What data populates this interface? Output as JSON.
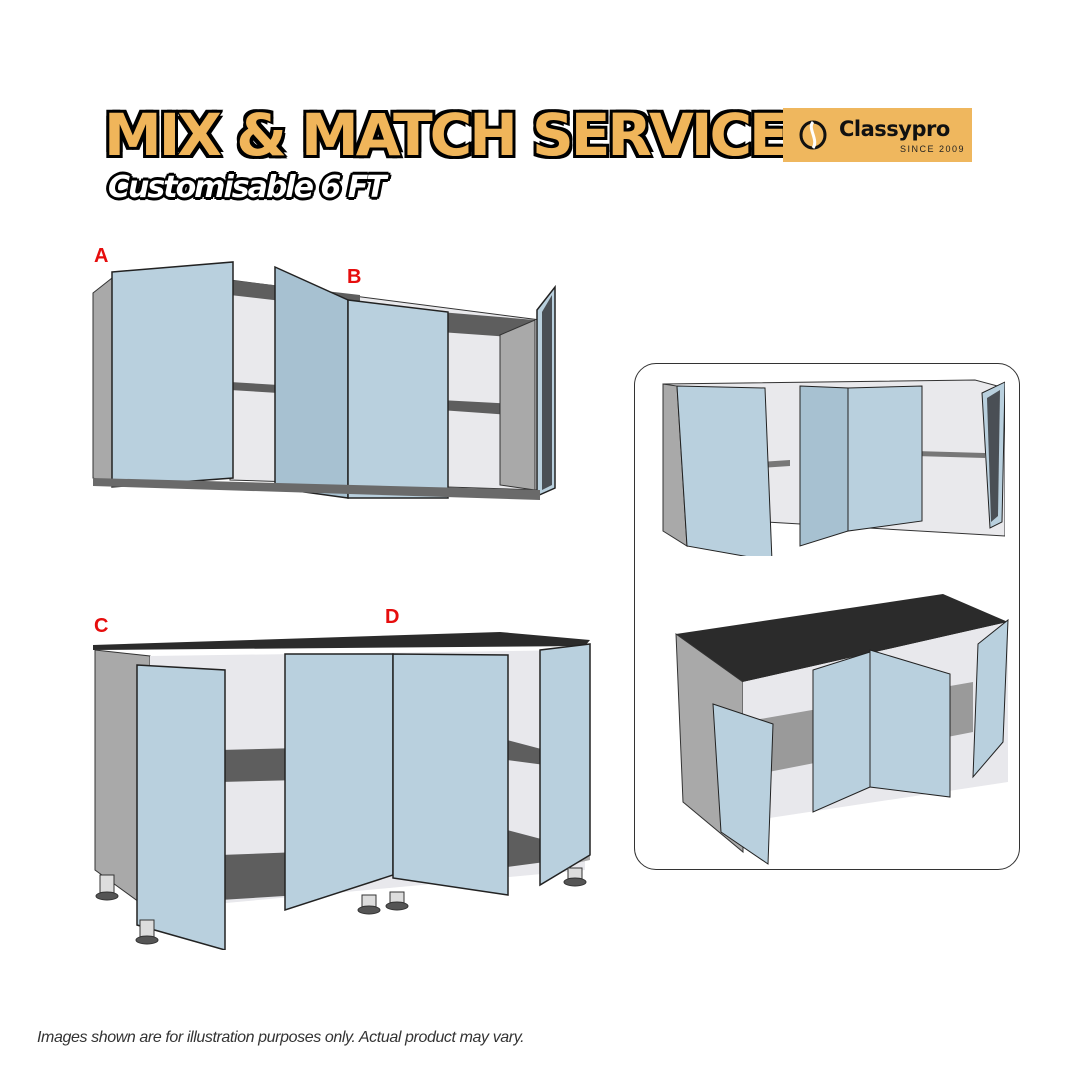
{
  "header": {
    "title": "MIX & MATCH SERVICE",
    "subtitle": "Customisable 6 FT"
  },
  "brand": {
    "name": "Classypro",
    "tagline": "SINCE 2009",
    "background_color": "#efb75e"
  },
  "colors": {
    "title_fill": "#f0b55a",
    "label_red": "#e60d0d",
    "door_blue": "#b9d0de",
    "carcass_grey": "#a9a9a9",
    "countertop": "#2b2b2b"
  },
  "illustrations": {
    "wall_cabinet": {
      "labels": [
        "A",
        "B"
      ]
    },
    "base_cabinet": {
      "labels": [
        "C",
        "D"
      ]
    },
    "preview_panel": {
      "items": [
        "wall-cabinet-preview",
        "base-cabinet-preview"
      ]
    }
  },
  "footer": {
    "disclaimer": "Images shown are for illustration purposes only. Actual product may vary."
  }
}
